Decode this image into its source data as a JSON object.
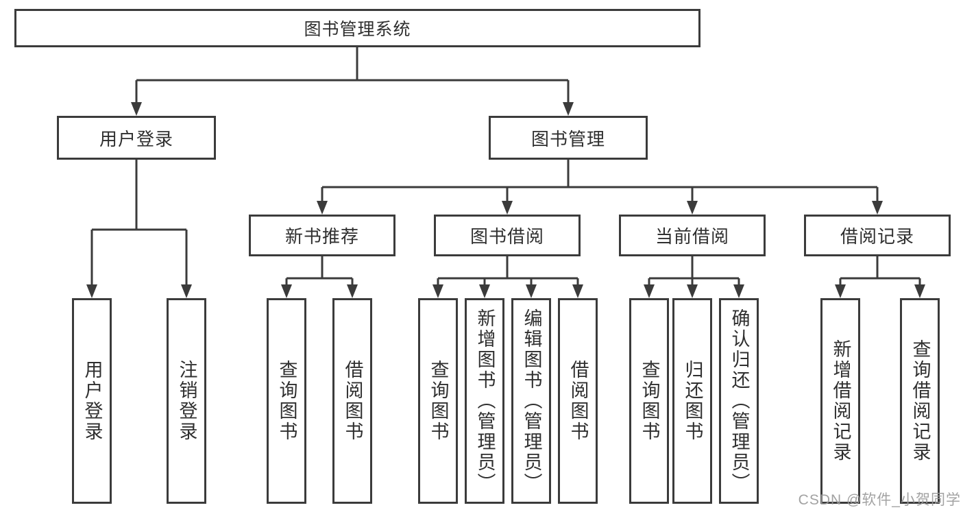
{
  "colors": {
    "line": "#3b3b3b",
    "text": "#2f2f2f",
    "watermark": "#9b9b9b",
    "background": "#ffffff"
  },
  "tree": {
    "root": {
      "label": "图书管理系统"
    },
    "branches": [
      {
        "label": "用户登录",
        "children": [
          {
            "label": "用户登录"
          },
          {
            "label": "注销登录"
          }
        ]
      },
      {
        "label": "图书管理",
        "children": [
          {
            "label": "新书推荐",
            "children": [
              {
                "label": "查询图书"
              },
              {
                "label": "借阅图书"
              }
            ]
          },
          {
            "label": "图书借阅",
            "children": [
              {
                "label": "查询图书"
              },
              {
                "label": "新增图书（管理员）"
              },
              {
                "label": "编辑图书（管理员）"
              },
              {
                "label": "借阅图书"
              }
            ]
          },
          {
            "label": "当前借阅",
            "children": [
              {
                "label": "查询图书"
              },
              {
                "label": "归还图书"
              },
              {
                "label": "确认归还（管理员）"
              }
            ]
          },
          {
            "label": "借阅记录",
            "children": [
              {
                "label": "新增借阅记录"
              },
              {
                "label": "查询借阅记录"
              }
            ]
          }
        ]
      }
    ]
  },
  "watermark": {
    "text": "CSDN @软件_小贺同学"
  }
}
